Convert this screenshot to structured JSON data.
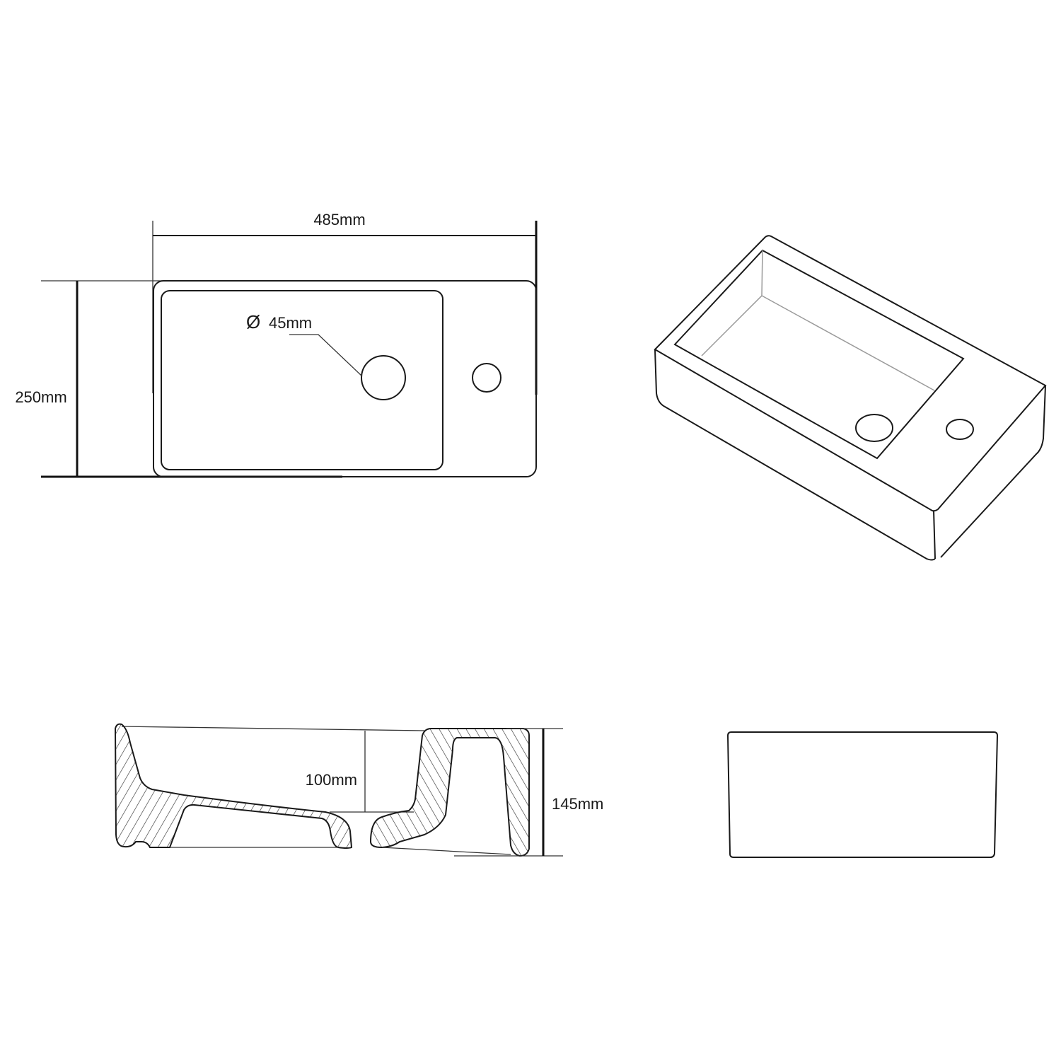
{
  "drawing": {
    "subject": "Wall-hung basin technical drawing",
    "views": {
      "top_view": {
        "width_label": "485mm",
        "depth_label": "250mm",
        "drain_label_symbol": "Ø",
        "drain_label": "45mm"
      },
      "isometric_view": {},
      "section_view": {
        "bowl_depth_label": "100mm",
        "height_label": "145mm"
      },
      "side_view": {}
    },
    "colors": {
      "line": "#1a1a1a",
      "background": "#ffffff",
      "hidden_line": "#9a9a9a"
    }
  }
}
